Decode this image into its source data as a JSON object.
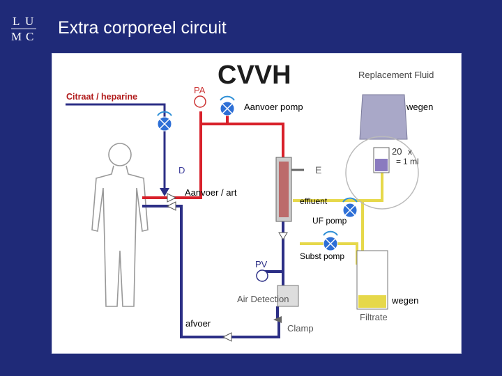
{
  "header": {
    "logo_letters": [
      "L",
      "U",
      "M",
      "C"
    ],
    "title": "Extra corporeel circuit"
  },
  "diagram": {
    "heading": "CVVH",
    "labels": {
      "replacement_fluid": "Replacement Fluid",
      "pa": "PA",
      "pv": "PV",
      "e": "E",
      "d": "D",
      "counter_20": "20",
      "counter_x": "x",
      "counter_eq": "=",
      "counter_1ml": "1 ml",
      "air_detection": "Air Detection",
      "clamp": "Clamp",
      "filtrate": "Filtrate"
    },
    "annotations": {
      "citraat": "Citraat / heparine",
      "aanvoer_pomp": "Aanvoer pomp",
      "wegen_top": "wegen",
      "aanvoer_art": "Aanvoer / art",
      "effluent": "effluent",
      "uf_pomp": "UF pomp",
      "subst_pomp": "Subst pomp",
      "wegen_bottom": "wegen",
      "afvoer": "afvoer"
    },
    "colors": {
      "arterial": "#d8202a",
      "venous": "#2c2f86",
      "effluent": "#e6d84a",
      "pump": "#2d6fd6"
    }
  }
}
